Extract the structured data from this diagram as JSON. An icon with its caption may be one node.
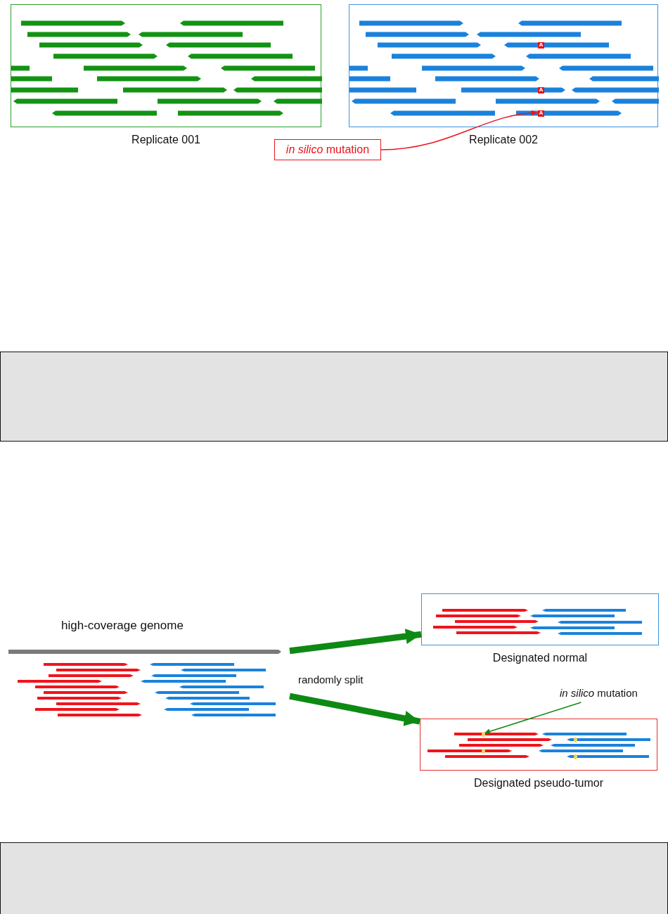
{
  "diagram": {
    "nodes": [
      {
        "text": [
          "Replicate 001"
        ]
      },
      {
        "text": [
          "Replicate 002"
        ]
      },
      {
        "text": [
          "A"
        ],
        "in": 1
      },
      {
        "text": [
          "A"
        ],
        "in": 1
      },
      {
        "text": [
          "A"
        ],
        "in": 1
      },
      {
        "text": [
          "*in silico* mutation"
        ]
      },
      {
        "text": [],
        "shape": "box"
      },
      {
        "text": [
          "high-coverage genome"
        ]
      },
      {
        "text": [
          "Designated normal"
        ]
      },
      {
        "text": [
          "*in silico* mutation"
        ]
      },
      {
        "text": [
          "Designated pseudo-tumor"
        ]
      },
      {
        "text": [],
        "shape": "circle",
        "in": 10
      },
      {
        "text": [],
        "shape": "circle",
        "in": 10
      },
      {
        "text": [],
        "shape": "circle",
        "in": 10
      },
      {
        "text": [],
        "shape": "circle",
        "in": 10
      },
      {
        "text": [],
        "shape": "box"
      }
    ],
    "edges": [
      {
        "from": 5,
        "to": 4,
        "arrow": "to",
        "color": "#e8141c"
      },
      {
        "from": 7,
        "to": 8,
        "arrow": "to",
        "style": "thick"
      },
      {
        "from": 7,
        "to": 10,
        "arrow": "to",
        "style": "thick"
      },
      {
        "from": 9,
        "to": 11,
        "arrow": "to"
      }
    ],
    "labels": [
      "randomly split"
    ]
  }
}
